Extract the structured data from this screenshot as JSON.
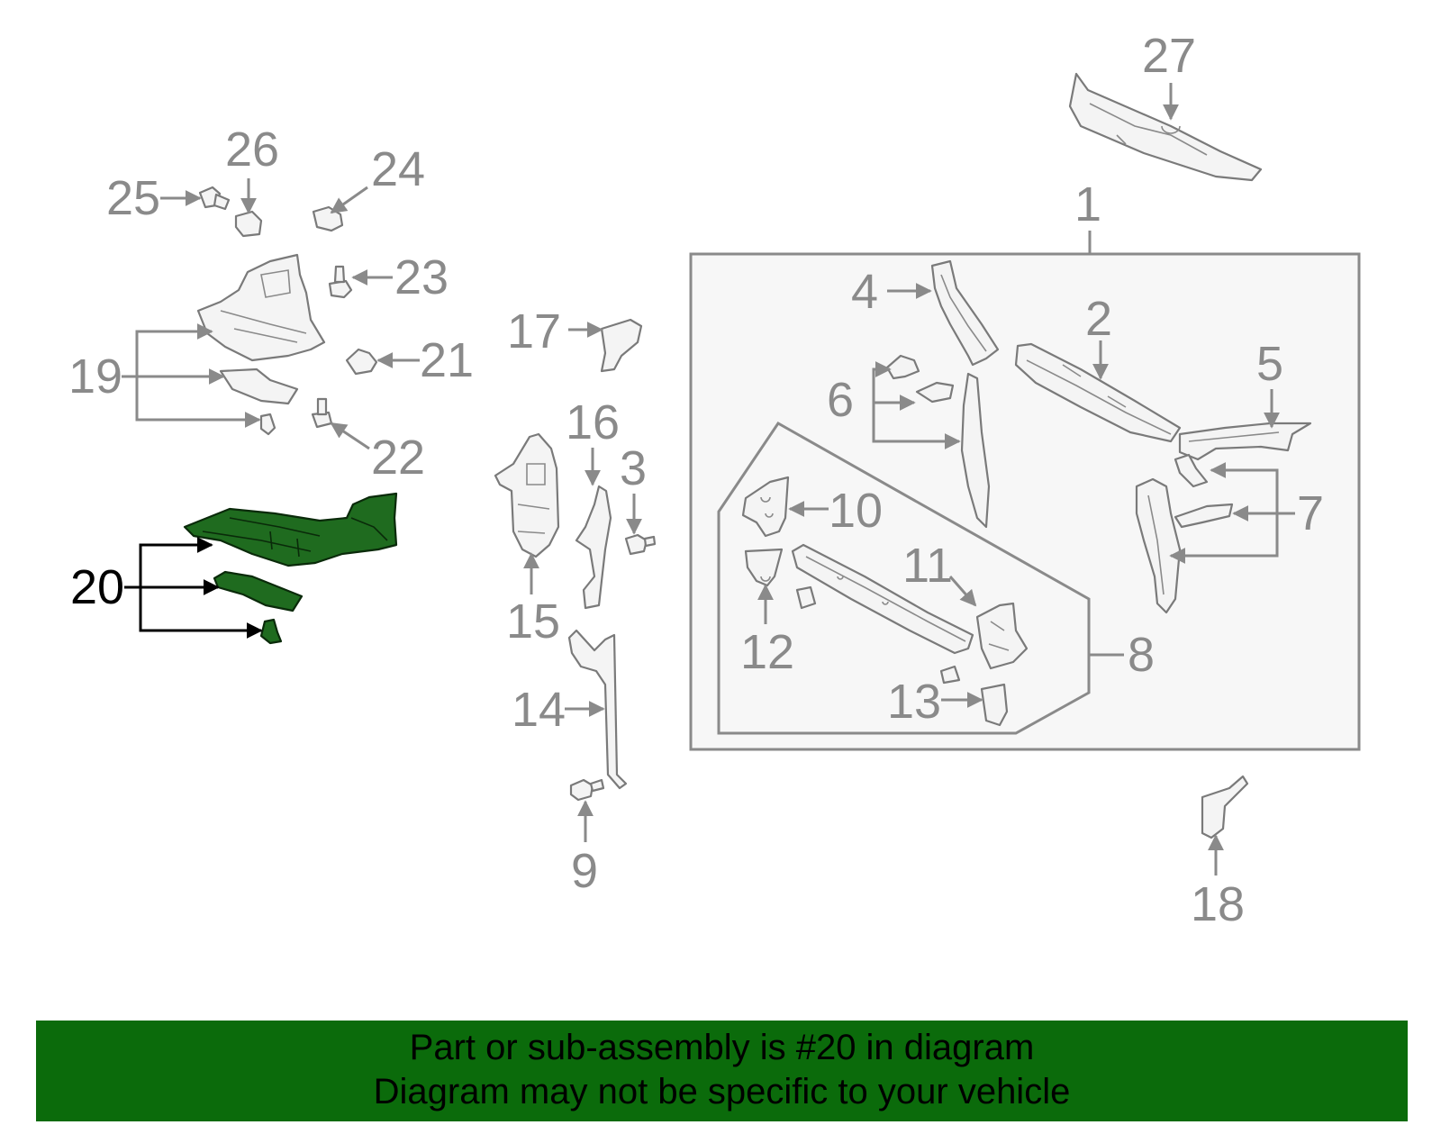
{
  "diagram": {
    "callouts": [
      "1",
      "2",
      "3",
      "4",
      "5",
      "6",
      "7",
      "8",
      "9",
      "10",
      "11",
      "12",
      "13",
      "14",
      "15",
      "16",
      "17",
      "18",
      "19",
      "20",
      "21",
      "22",
      "23",
      "24",
      "25",
      "26",
      "27"
    ],
    "selected_callout": "20",
    "colors": {
      "selected_part": "#1f6b1f",
      "callout_normal": "#8a8a8a",
      "callout_selected": "#000000",
      "banner": "#0b6b0b"
    }
  },
  "banner": {
    "line1": "Part or sub-assembly is #20 in diagram",
    "line2": "Diagram may not be specific to your vehicle"
  }
}
